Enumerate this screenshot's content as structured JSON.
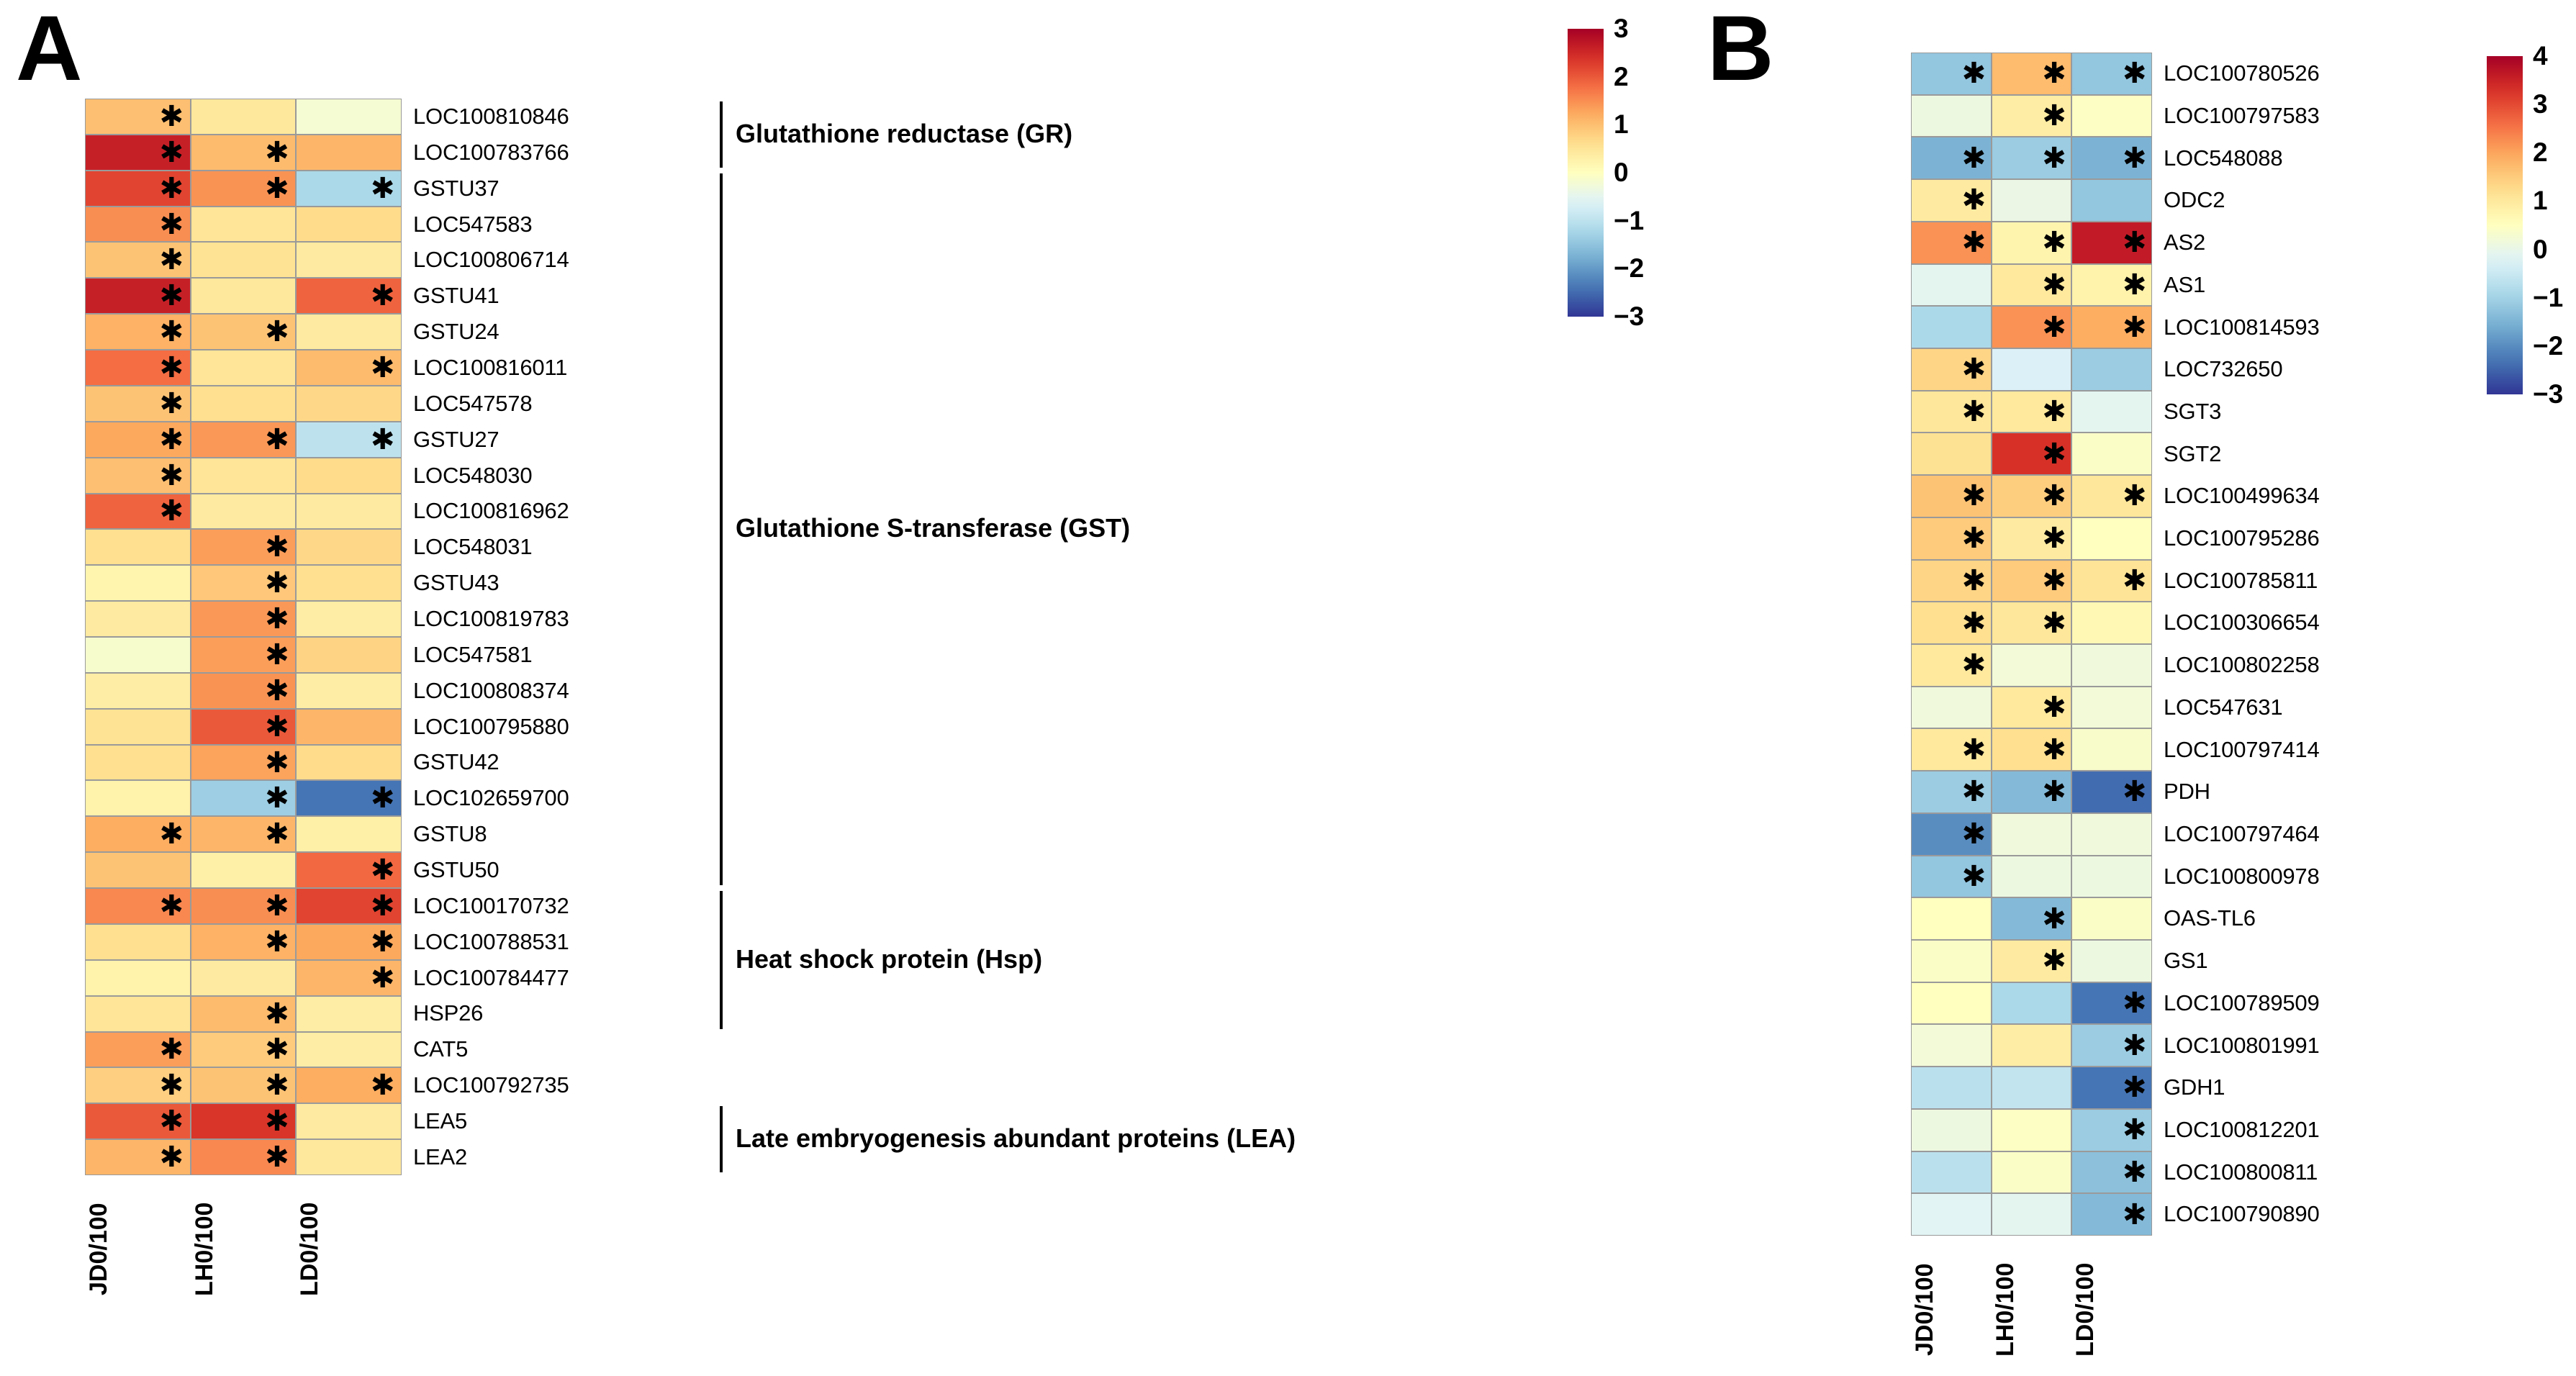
{
  "panels": {
    "a": {
      "letter": "A",
      "columns": [
        "JD0/100",
        "LH0/100",
        "LD0/100"
      ],
      "annotations": [
        {
          "text": "Glutathione reductase (GR)"
        },
        {
          "text": "Glutathione S-transferase (GST)"
        },
        {
          "text": "Heat shock protein (Hsp)"
        },
        {
          "text": "Late embryogenesis abundant proteins (LEA)"
        }
      ],
      "colorbar": {
        "ticks": [
          "3",
          "2",
          "1",
          "0",
          "-1",
          "-2",
          "-3"
        ],
        "vmin": -3,
        "vmax": 3
      }
    },
    "b": {
      "letter": "B",
      "columns": [
        "JD0/100",
        "LH0/100",
        "LD0/100"
      ],
      "colorbar": {
        "ticks": [
          "4",
          "3",
          "2",
          "1",
          "0",
          "-1",
          "-2",
          "-3"
        ],
        "vmin": -3,
        "vmax": 4
      }
    }
  },
  "star_glyph": "✱",
  "chart_data": [
    {
      "type": "heatmap",
      "panel": "A",
      "title": "",
      "xlabel": "",
      "ylabel": "",
      "colormap": "RdYlBu_r",
      "zlim": [
        -3,
        3
      ],
      "colorbar_ticks": [
        3,
        2,
        1,
        0,
        -1,
        -2,
        -3
      ],
      "x": [
        "JD0/100",
        "LH0/100",
        "LD0/100"
      ],
      "y": [
        "LOC100810846",
        "LOC100783766",
        "GSTU37",
        "LOC547583",
        "LOC100806714",
        "GSTU41",
        "GSTU24",
        "LOC100816011",
        "LOC547578",
        "GSTU27",
        "LOC548030",
        "LOC100816962",
        "LOC548031",
        "GSTU43",
        "LOC100819783",
        "LOC547581",
        "LOC100808374",
        "LOC100795880",
        "GSTU42",
        "LOC102659700",
        "GSTU8",
        "GSTU50",
        "LOC100170732",
        "LOC100788531",
        "LOC100784477",
        "HSP26",
        "CAT5",
        "LOC100792735",
        "LEA5",
        "LEA2"
      ],
      "values": [
        [
          1.0,
          0.45,
          -0.2
        ],
        [
          2.6,
          1.05,
          1.1
        ],
        [
          2.2,
          1.45,
          -1.2
        ],
        [
          1.5,
          0.5,
          0.65
        ],
        [
          0.95,
          0.55,
          0.4
        ],
        [
          2.6,
          0.45,
          1.9
        ],
        [
          1.15,
          0.95,
          0.4
        ],
        [
          1.8,
          0.5,
          1.05
        ],
        [
          0.95,
          0.6,
          0.7
        ],
        [
          1.25,
          1.4,
          -1.0
        ],
        [
          1.0,
          0.5,
          0.65
        ],
        [
          1.9,
          0.4,
          0.4
        ],
        [
          0.6,
          1.35,
          0.7
        ],
        [
          0.2,
          0.9,
          0.6
        ],
        [
          0.4,
          1.4,
          0.35
        ],
        [
          -0.15,
          1.35,
          0.75
        ],
        [
          0.35,
          1.45,
          0.35
        ],
        [
          0.55,
          2.0,
          1.1
        ],
        [
          0.6,
          1.3,
          0.65
        ],
        [
          0.25,
          -1.35,
          -2.4
        ],
        [
          1.2,
          1.1,
          0.3
        ],
        [
          0.95,
          0.3,
          1.85
        ],
        [
          1.55,
          1.5,
          2.2
        ],
        [
          0.6,
          1.15,
          1.25
        ],
        [
          0.25,
          0.4,
          1.1
        ],
        [
          0.5,
          1.05,
          0.35
        ],
        [
          1.35,
          0.85,
          0.35
        ],
        [
          0.8,
          0.95,
          1.2
        ],
        [
          2.0,
          2.35,
          0.4
        ],
        [
          1.1,
          1.55,
          0.45
        ]
      ],
      "significance": [
        [
          true,
          false,
          false
        ],
        [
          true,
          true,
          false
        ],
        [
          true,
          true,
          true
        ],
        [
          true,
          false,
          false
        ],
        [
          true,
          false,
          false
        ],
        [
          true,
          false,
          true
        ],
        [
          true,
          true,
          false
        ],
        [
          true,
          false,
          true
        ],
        [
          true,
          false,
          false
        ],
        [
          true,
          true,
          true
        ],
        [
          true,
          false,
          false
        ],
        [
          true,
          false,
          false
        ],
        [
          false,
          true,
          false
        ],
        [
          false,
          true,
          false
        ],
        [
          false,
          true,
          false
        ],
        [
          false,
          true,
          false
        ],
        [
          false,
          true,
          false
        ],
        [
          false,
          true,
          false
        ],
        [
          false,
          true,
          false
        ],
        [
          false,
          true,
          true
        ],
        [
          true,
          true,
          false
        ],
        [
          false,
          false,
          true
        ],
        [
          true,
          true,
          true
        ],
        [
          false,
          true,
          true
        ],
        [
          false,
          false,
          true
        ],
        [
          false,
          true,
          false
        ],
        [
          true,
          true,
          false
        ],
        [
          true,
          true,
          true
        ],
        [
          true,
          true,
          false
        ],
        [
          true,
          true,
          false
        ]
      ],
      "annotation_groups": [
        {
          "label": "Glutathione reductase (GR)",
          "rows": [
            0,
            1
          ]
        },
        {
          "label": "Glutathione S-transferase (GST)",
          "rows": [
            2,
            21
          ]
        },
        {
          "label": "Heat shock protein (Hsp)",
          "rows": [
            22,
            25
          ]
        },
        {
          "label": "Late embryogenesis abundant proteins (LEA)",
          "rows": [
            28,
            29
          ]
        }
      ]
    },
    {
      "type": "heatmap",
      "panel": "B",
      "title": "",
      "xlabel": "",
      "ylabel": "",
      "colormap": "RdYlBu_r",
      "zlim": [
        -3,
        4
      ],
      "colorbar_ticks": [
        4,
        3,
        2,
        1,
        0,
        -1,
        -2,
        -3
      ],
      "x": [
        "JD0/100",
        "LH0/100",
        "LD0/100"
      ],
      "y": [
        "LOC100780526",
        "LOC100797583",
        "LOC548088",
        "ODC2",
        "AS2",
        "AS1",
        "LOC100814593",
        "LOC732650",
        "SGT3",
        "SGT2",
        "LOC100499634",
        "LOC100795286",
        "LOC100785811",
        "LOC100306654",
        "LOC100802258",
        "LOC547631",
        "LOC100797414",
        "PDH",
        "LOC100797464",
        "LOC100800978",
        "OAS-TL6",
        "GS1",
        "LOC100789509",
        "LOC100801991",
        "GDH1",
        "LOC100812201",
        "LOC100800811",
        "LOC100790890"
      ],
      "values": [
        [
          -1.2,
          1.7,
          -1.2
        ],
        [
          0.1,
          0.9,
          0.45
        ],
        [
          -1.5,
          -1.1,
          -1.5
        ],
        [
          0.95,
          0.05,
          -1.2
        ],
        [
          2.2,
          0.75,
          3.6
        ],
        [
          -0.1,
          1.0,
          0.8
        ],
        [
          -0.9,
          2.2,
          1.9
        ],
        [
          1.35,
          -0.25,
          -1.1
        ],
        [
          1.05,
          1.0,
          -0.1
        ],
        [
          1.15,
          3.3,
          0.4
        ],
        [
          1.6,
          1.45,
          1.05
        ],
        [
          1.5,
          0.95,
          0.5
        ],
        [
          1.35,
          1.5,
          1.1
        ],
        [
          1.2,
          1.05,
          0.65
        ],
        [
          1.0,
          0.2,
          0.15
        ],
        [
          0.15,
          1.0,
          0.2
        ],
        [
          1.0,
          1.2,
          0.35
        ],
        [
          -1.1,
          -1.4,
          -2.4
        ],
        [
          -2.0,
          0.15,
          0.15
        ],
        [
          -1.2,
          0.1,
          0.1
        ],
        [
          0.5,
          -1.4,
          0.4
        ],
        [
          0.4,
          0.95,
          0.1
        ],
        [
          0.5,
          -0.9,
          -2.3
        ],
        [
          0.2,
          0.9,
          -1.1
        ],
        [
          -0.7,
          -0.6,
          -2.3
        ],
        [
          0.1,
          0.45,
          -1.1
        ],
        [
          -0.7,
          0.4,
          -1.3
        ],
        [
          -0.15,
          -0.1,
          -1.4
        ]
      ],
      "significance": [
        [
          true,
          true,
          true
        ],
        [
          false,
          true,
          false
        ],
        [
          true,
          true,
          true
        ],
        [
          true,
          false,
          false
        ],
        [
          true,
          true,
          true
        ],
        [
          false,
          true,
          true
        ],
        [
          false,
          true,
          true
        ],
        [
          true,
          false,
          false
        ],
        [
          true,
          true,
          false
        ],
        [
          false,
          true,
          false
        ],
        [
          true,
          true,
          true
        ],
        [
          true,
          true,
          false
        ],
        [
          true,
          true,
          true
        ],
        [
          true,
          true,
          false
        ],
        [
          true,
          false,
          false
        ],
        [
          false,
          true,
          false
        ],
        [
          true,
          true,
          false
        ],
        [
          true,
          true,
          true
        ],
        [
          true,
          false,
          false
        ],
        [
          true,
          false,
          false
        ],
        [
          false,
          true,
          false
        ],
        [
          false,
          true,
          false
        ],
        [
          false,
          false,
          true
        ],
        [
          false,
          false,
          true
        ],
        [
          false,
          false,
          true
        ],
        [
          false,
          false,
          true
        ],
        [
          false,
          false,
          true
        ],
        [
          false,
          false,
          true
        ]
      ]
    }
  ]
}
